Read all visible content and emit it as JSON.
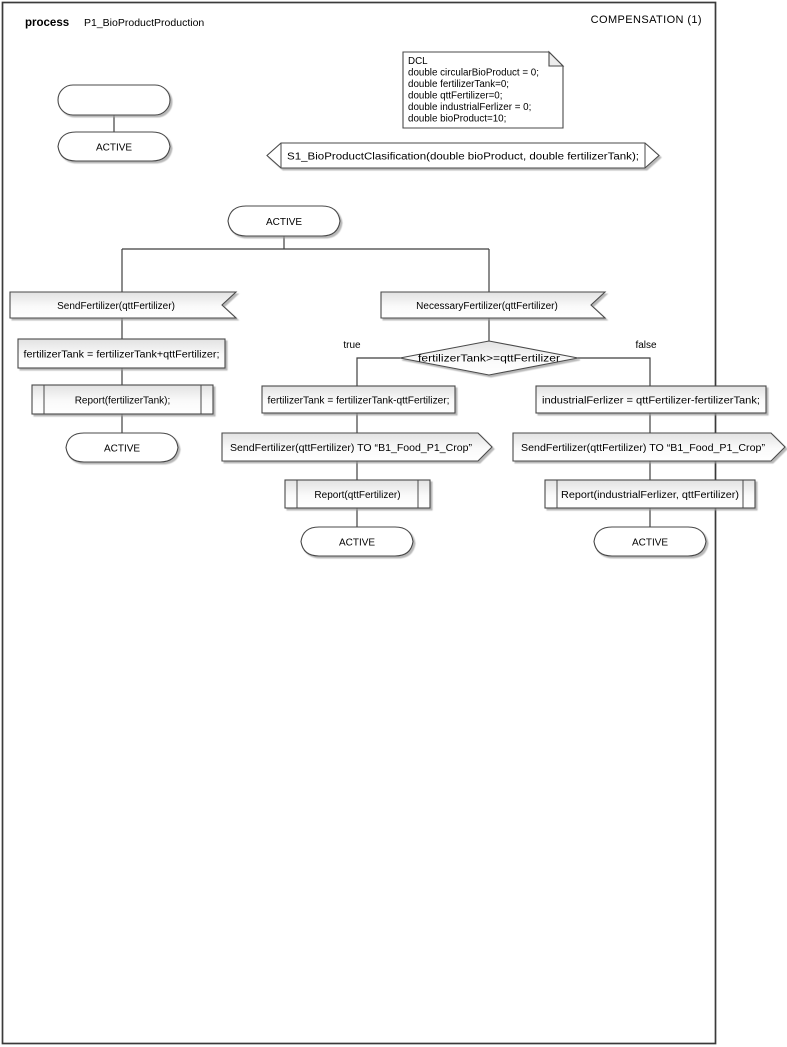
{
  "page": {
    "kind_label": "process",
    "process_name": "P1_BioProductProduction",
    "page_title": "COMPENSATION (1)"
  },
  "colors": {
    "declaration_highlight": "#ff0000",
    "line": "#3f3f3f"
  },
  "declarations": {
    "title": "DCL",
    "lines": [
      "double circularBioProduct = 0;",
      "double fertilizerTank=0;",
      "double qttFertilizer=0;",
      "double industrialFerlizer = 0;",
      "double bioProduct=10;"
    ]
  },
  "diagram": {
    "signal_declaration": "S1_BioProductClasification(double bioProduct, double fertilizerTank);",
    "initial_state": "ACTIVE",
    "branch_state": "ACTIVE",
    "left": {
      "input": "SendFertilizer(qttFertilizer)",
      "task": "fertilizerTank = fertilizerTank+qttFertilizer;",
      "procedure": "Report(fertilizerTank);",
      "next_state": "ACTIVE"
    },
    "right": {
      "input": "NecessaryFertilizer(qttFertilizer)",
      "decision": "fertilizerTank>=qttFertilizer",
      "true_label": "true",
      "false_label": "false",
      "true_branch": {
        "task": "fertilizerTank = fertilizerTank-qttFertilizer;",
        "output": "SendFertilizer(qttFertilizer) TO “B1_Food_P1_Crop”",
        "procedure": "Report(qttFertilizer)",
        "next_state": "ACTIVE"
      },
      "false_branch": {
        "task": "industrialFerlizer = qttFertilizer-fertilizerTank;",
        "output": "SendFertilizer(qttFertilizer) TO “B1_Food_P1_Crop”",
        "procedure": "Report(industrialFerlizer, qttFertilizer)",
        "next_state": "ACTIVE"
      }
    }
  }
}
